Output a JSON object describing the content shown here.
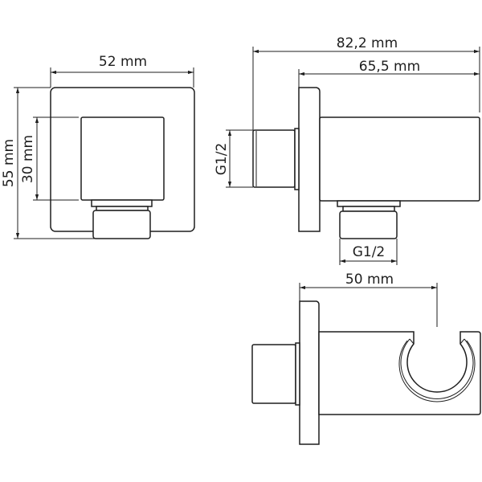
{
  "front_view": {
    "width_label": "52 mm",
    "height_label": "55 mm",
    "body_height_label": "30 mm"
  },
  "side_view": {
    "total_length_label": "82,2 mm",
    "body_length_label": "65,5 mm",
    "inlet_thread_label": "G1/2",
    "outlet_thread_label": "G1/2"
  },
  "holder_view": {
    "holder_length_label": "50 mm"
  },
  "colors": {
    "line": "#1e1e1e",
    "background": "#ffffff"
  }
}
